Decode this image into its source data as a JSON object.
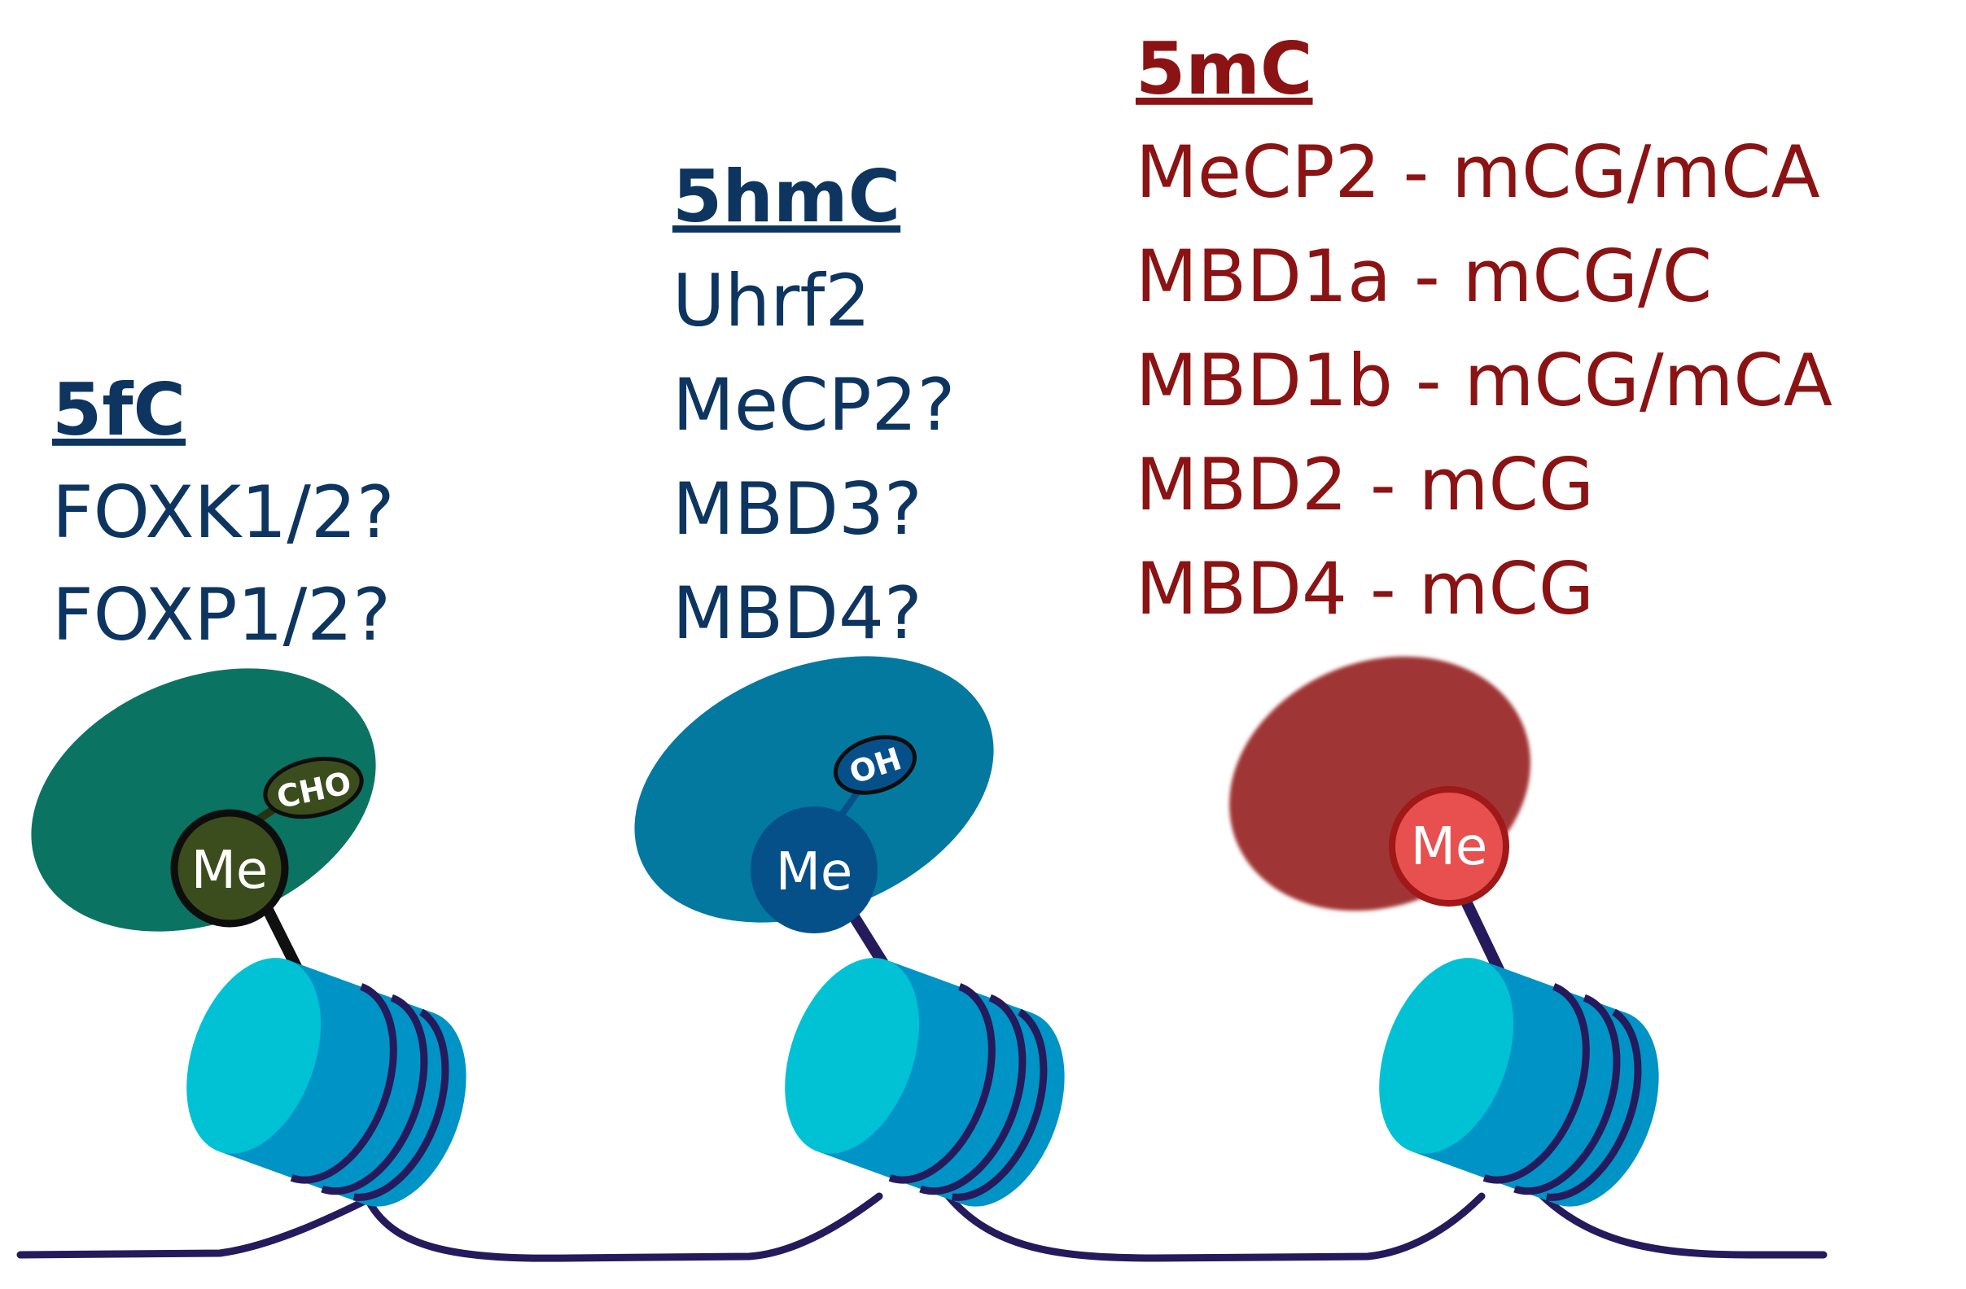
{
  "groups": [
    {
      "heading": "5fC",
      "items": [
        "FOXK1/2?",
        "FOXP1/2?"
      ],
      "mark": "Me",
      "tag": "CHO",
      "text_color": "#0d3560",
      "protein_color": "#0b7361",
      "mark_color": "#3b4d1c",
      "tag_color": "#3b4d1c"
    },
    {
      "heading": "5hmC",
      "items": [
        "Uhrf2",
        "MeCP2?",
        "MBD3?",
        "MBD4?"
      ],
      "mark": "Me",
      "tag": "OH",
      "text_color": "#0d3560",
      "protein_color": "#0479a0",
      "mark_color": "#06508a",
      "tag_color": "#06508a"
    },
    {
      "heading": "5mC",
      "items": [
        "MeCP2 - mCG/mCA",
        "MBD1a - mCG/C",
        "MBD1b - mCG/mCA",
        "MBD2 -  mCG",
        "MBD4 -  mCG"
      ],
      "mark": "Me",
      "tag": "",
      "text_color": "#8b1313",
      "protein_color": "#a03535",
      "mark_color": "#e85050",
      "tag_color": ""
    }
  ],
  "colors": {
    "nucleosome_front": "#00c2d4",
    "nucleosome_body": "#0093c6",
    "dna": "#241a5c"
  }
}
